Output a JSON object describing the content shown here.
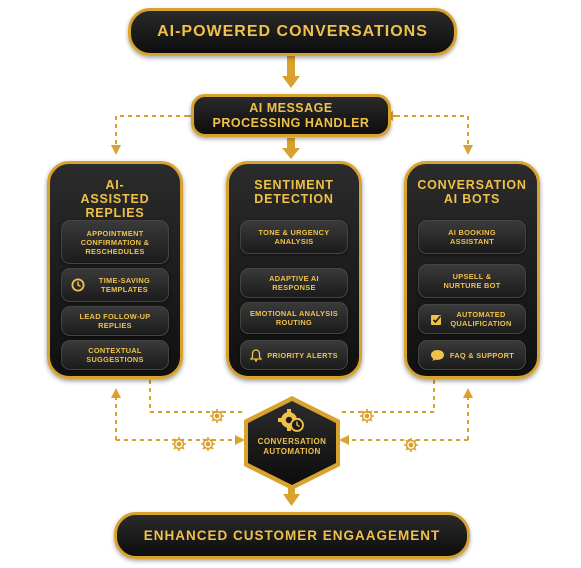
{
  "header": {
    "title": "AI-POWERED CONVERSATIONS"
  },
  "handler": {
    "label": "AI MESSAGE PROCESSING HANDLER"
  },
  "columns": [
    {
      "title": "AI-ASSISTED REPLIES",
      "items": [
        {
          "label": "APPOINTMENT CONFIRMATION & RESCHEDULES",
          "icon": ""
        },
        {
          "label": "TIME-SAVING TEMPLATES",
          "icon": "clock-icon"
        },
        {
          "label": "LEAD FOLLOW-UP REPLIES",
          "icon": ""
        },
        {
          "label": "CONTEXTUAL SUGGESTIONS",
          "icon": ""
        }
      ]
    },
    {
      "title": "SENTIMENT DETECTION",
      "items": [
        {
          "label": "TONE & URGENCY ANALYSIS",
          "icon": ""
        },
        {
          "label": "ADAPTIVE AI RESPONSE",
          "icon": ""
        },
        {
          "label": "EMOTIONAL ANALYSIS ROUTING",
          "icon": ""
        },
        {
          "label": "PRIORITY ALERTS",
          "icon": "bell-icon"
        }
      ]
    },
    {
      "title": "CONVERSATION AI BOTS",
      "items": [
        {
          "label": "AI BOOKING ASSISTANT",
          "icon": ""
        },
        {
          "label": "UPSELL & NURTURE BOT",
          "icon": ""
        },
        {
          "label": "AUTOMATED QUALIFICATION",
          "icon": "checklist-icon"
        },
        {
          "label": "FAQ & SUPPORT",
          "icon": "chat-bubble-icon"
        }
      ]
    }
  ],
  "hub": {
    "label": "CONVERSATION AUTOMATION",
    "icon": "gear-clock-icon"
  },
  "footer": {
    "title": "ENHANCED CUSTOMER ENGAAGEMENT"
  },
  "colors": {
    "gold": "#d8a22e",
    "text_gold": "#f0c14a",
    "dark": "#111111"
  }
}
